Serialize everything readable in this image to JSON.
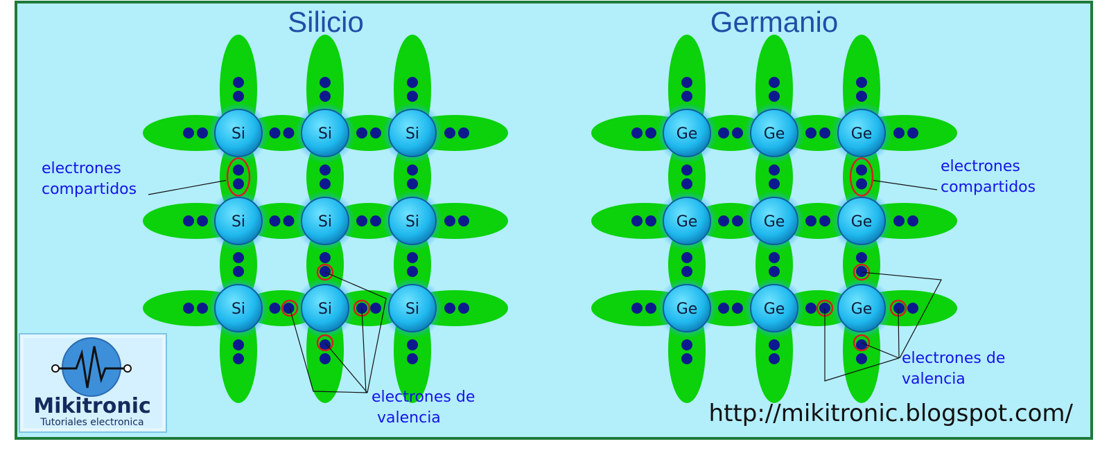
{
  "colors": {
    "background": "#b3eefb",
    "frame": "#1e7a3a",
    "orbital": "#0bd20b",
    "atom": "#1fb8ee",
    "electron": "#0d1a8e",
    "highlight": "#d42020",
    "title": "#1f4fa6",
    "annotation": "#1414e6"
  },
  "lattices": [
    {
      "title": "Silicio",
      "atom_symbol": "Si",
      "annotation_shared": [
        "electrones",
        "compartidos"
      ],
      "annotation_valence": [
        "electrones de",
        "valencia"
      ]
    },
    {
      "title": "Germanio",
      "atom_symbol": "Ge",
      "annotation_shared": [
        "electrones",
        "compartidos"
      ],
      "annotation_valence": [
        "electrones de",
        "valencia"
      ]
    }
  ],
  "logo": {
    "name": "Mikitronic",
    "subtitle": "Tutoriales electronica"
  },
  "url": "http://mikitronic.blogspot.com/"
}
